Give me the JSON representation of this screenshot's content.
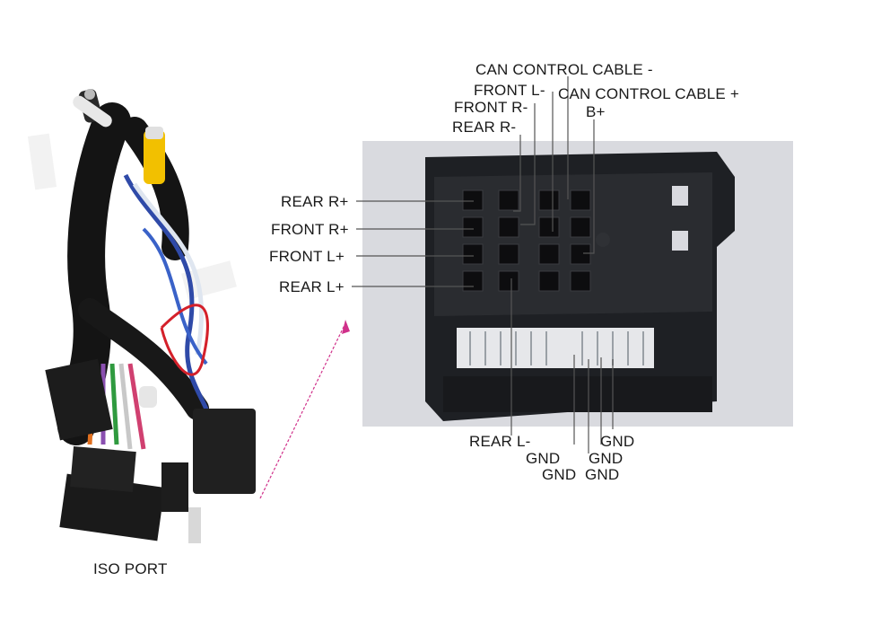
{
  "harness": {
    "caption": "ISO PORT"
  },
  "labels": {
    "can_minus": "CAN CONTROL CABLE -",
    "front_l_minus": "FRONT L-",
    "can_plus": "CAN CONTROL CABLE +",
    "front_r_minus": "FRONT R-",
    "b_plus": "B+",
    "rear_r_minus": "REAR R-",
    "rear_r_plus": "REAR R+",
    "front_r_plus": "FRONT R+",
    "front_l_plus": "FRONT L+",
    "rear_l_plus": "REAR L+",
    "rear_l_minus": "REAR L-",
    "gnd_1": "GND",
    "gnd_2": "GND",
    "gnd_3": "GND",
    "gnd_4": "GND",
    "gnd_5": "GND"
  },
  "colors": {
    "arrow": "#d0308a",
    "wire_black": "#151515",
    "connector_body": "#1e2024"
  }
}
